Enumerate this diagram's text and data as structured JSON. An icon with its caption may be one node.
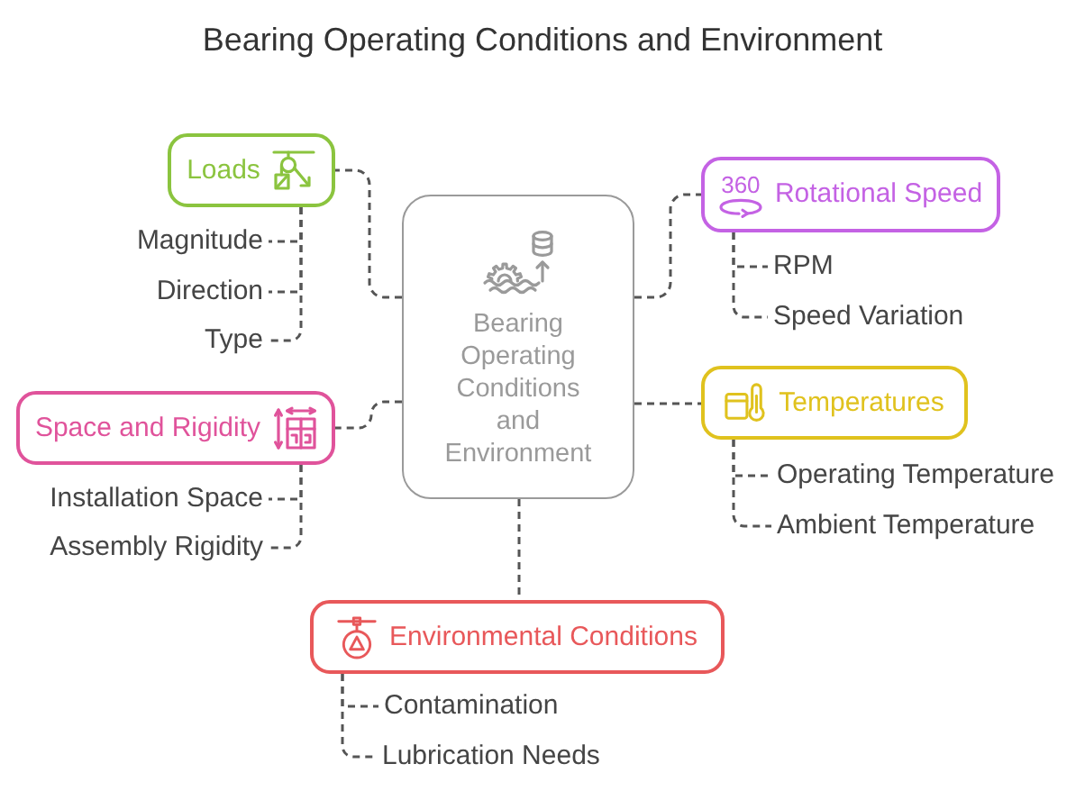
{
  "diagram": {
    "title": "Bearing Operating Conditions and Environment",
    "nodes": [
      {
        "text": [
          "Bearing Operating Conditions and Environment"
        ]
      },
      {
        "text": [
          "Loads"
        ]
      },
      {
        "text": [
          "Magnitude"
        ]
      },
      {
        "text": [
          "Direction"
        ]
      },
      {
        "text": [
          "Type"
        ]
      },
      {
        "text": [
          "360",
          "Rotational Speed"
        ]
      },
      {
        "text": [
          "RPM"
        ]
      },
      {
        "text": [
          "Speed Variation"
        ]
      },
      {
        "text": [
          "Temperatures"
        ]
      },
      {
        "text": [
          "Operating Temperature"
        ]
      },
      {
        "text": [
          "Ambient Temperature"
        ]
      },
      {
        "text": [
          "Space and Rigidity"
        ]
      },
      {
        "text": [
          "Installation Space"
        ]
      },
      {
        "text": [
          "Assembly Rigidity"
        ]
      },
      {
        "text": [
          "Environmental Conditions"
        ]
      },
      {
        "text": [
          "Contamination"
        ]
      },
      {
        "text": [
          "Lubrication Needs"
        ]
      }
    ],
    "edges": [
      {
        "from": 0,
        "to": 1,
        "arrow": "none",
        "style": "dashed"
      },
      {
        "from": 1,
        "to": 2,
        "arrow": "none",
        "style": "dashed"
      },
      {
        "from": 1,
        "to": 3,
        "arrow": "none",
        "style": "dashed"
      },
      {
        "from": 1,
        "to": 4,
        "arrow": "none",
        "style": "dashed"
      },
      {
        "from": 0,
        "to": 5,
        "arrow": "none",
        "style": "dashed"
      },
      {
        "from": 5,
        "to": 6,
        "arrow": "none",
        "style": "dashed"
      },
      {
        "from": 5,
        "to": 7,
        "arrow": "none",
        "style": "dashed"
      },
      {
        "from": 0,
        "to": 8,
        "arrow": "none",
        "style": "dashed"
      },
      {
        "from": 8,
        "to": 9,
        "arrow": "none",
        "style": "dashed"
      },
      {
        "from": 8,
        "to": 10,
        "arrow": "none",
        "style": "dashed"
      },
      {
        "from": 0,
        "to": 11,
        "arrow": "none",
        "style": "dashed"
      },
      {
        "from": 11,
        "to": 12,
        "arrow": "none",
        "style": "dashed"
      },
      {
        "from": 11,
        "to": 13,
        "arrow": "none",
        "style": "dashed"
      },
      {
        "from": 0,
        "to": 14,
        "arrow": "none",
        "style": "dashed"
      },
      {
        "from": 14,
        "to": 15,
        "arrow": "none",
        "style": "dashed"
      },
      {
        "from": 14,
        "to": 16,
        "arrow": "none",
        "style": "dashed"
      }
    ]
  }
}
